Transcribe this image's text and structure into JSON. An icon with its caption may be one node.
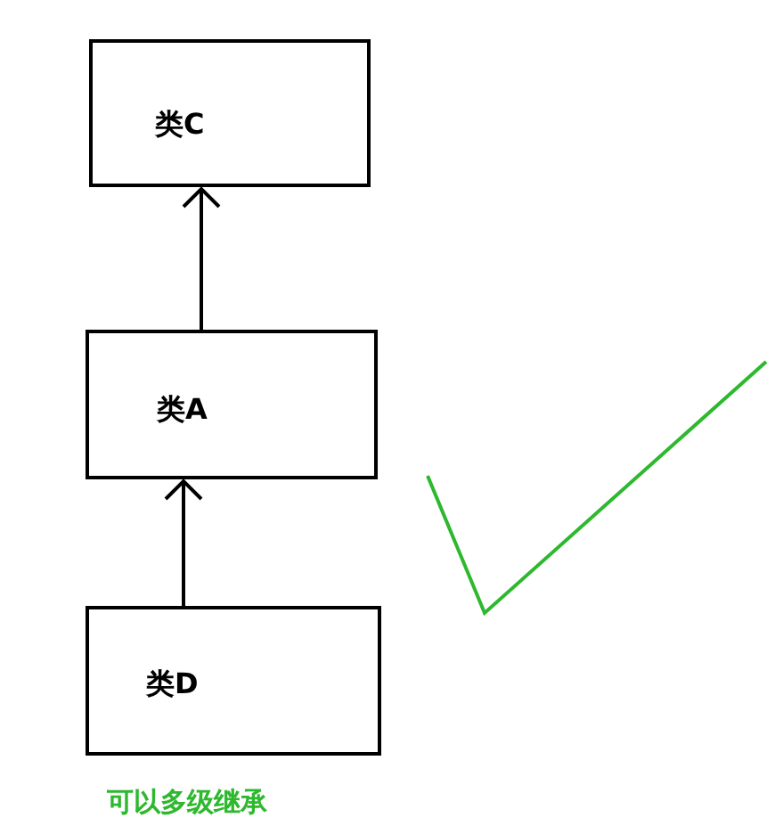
{
  "diagram": {
    "nodes": [
      {
        "text": [
          "类C"
        ]
      },
      {
        "text": [
          "类A"
        ]
      },
      {
        "text": [
          "类D"
        ]
      }
    ],
    "edges": [
      {
        "from": 1,
        "to": 0,
        "arrow": "to"
      },
      {
        "from": 2,
        "to": 1,
        "arrow": "to"
      }
    ],
    "labels": [
      "可以多级继承"
    ]
  }
}
